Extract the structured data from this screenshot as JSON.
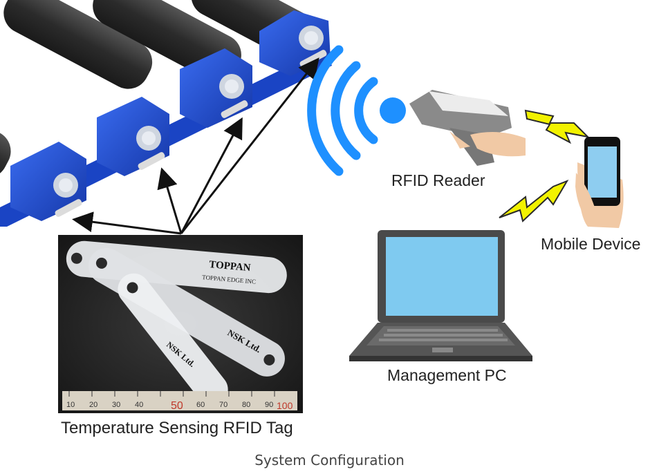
{
  "labels": {
    "rfid_reader": "RFID Reader",
    "mobile_device": "Mobile Device",
    "management_pc": "Management PC",
    "rfid_tag": "Temperature Sensing RFID Tag"
  },
  "caption": "System Configuration",
  "photo_text": {
    "tag1_brand": "TOPPAN",
    "tag1_sub": "TOPPAN EDGE INC",
    "tag2_brand": "NSK Ltd.",
    "tag3_brand": "NSK Ltd.",
    "ruler_numbers": [
      "10",
      "20",
      "30",
      "40",
      "50",
      "60",
      "70",
      "80",
      "90",
      "100"
    ]
  },
  "colors": {
    "bearing_blue": "#1f4fd8",
    "signal_blue": "#1e90ff",
    "lightning_yellow": "#f2f200",
    "screen_blue": "#7fcaf0",
    "laptop_dark": "#4a4a4a"
  },
  "icons": [
    "wifi-signal-icon",
    "lightning-icon",
    "smartphone-icon",
    "laptop-icon",
    "rfid-reader-icon",
    "arrow-icon"
  ]
}
